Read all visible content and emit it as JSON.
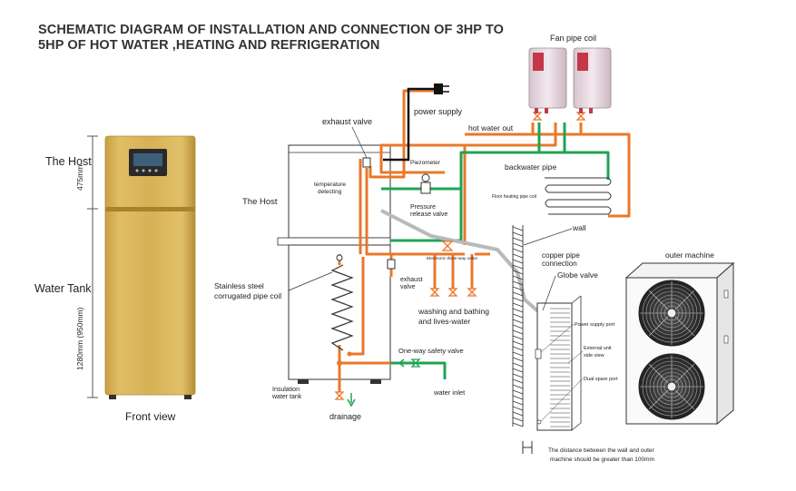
{
  "title": {
    "line1": "SCHEMATIC DIAGRAM OF INSTALLATION AND CONNECTION OF 3HP TO",
    "line2": "5HP OF HOT WATER ,HEATING AND REFRIGERATION"
  },
  "front_view": {
    "host_label": "The Host",
    "host_dim": "475mm",
    "tank_label": "Water Tank",
    "tank_dim": "1280mm (950mm)",
    "caption": "Front view",
    "body_color": "#d8b255",
    "body_shade": "#c29a3c"
  },
  "system": {
    "exhaust_valve": "exhaust valve",
    "power_supply": "power supply",
    "piezometer": "Piezometer",
    "temperature_detecting": [
      "temperature",
      "detecting"
    ],
    "the_host": "The Host",
    "pressure_release_valve": [
      "Pressure",
      "release valve"
    ],
    "electronic_three_way_valve": "Electronic three-way valve",
    "stainless_coil": [
      "Stainless steel",
      "corrugated pipe coil"
    ],
    "exhaust_valve_2": [
      "exhaust",
      "valve"
    ],
    "washing": [
      "washing and bathing",
      "and lives-water"
    ],
    "one_way_safety_valve": "One-way safety valve",
    "water_inlet": "water inlet",
    "insulation_tank": [
      "Insulation",
      "water tank"
    ],
    "drainage": "drainage",
    "fan_pipe_coil": "Fan pipe coil",
    "hot_water_out": "hot water out",
    "backwater_pipe": "backwater pipe",
    "floor_heating": "Floor heating pipe coil",
    "wall": "wall",
    "copper_pipe": [
      "copper pipe",
      "connection"
    ],
    "globe_valve": "Globe valve",
    "outer_machine": "outer machine",
    "power_supply_port": "Power supply port",
    "external_side_view": [
      "External unit",
      "side view"
    ],
    "dual_spare_port": "Dual spare port",
    "distance_note": [
      "The distance between the wall and outer",
      "machine should be greater than 100mm"
    ]
  },
  "colors": {
    "hot_pipe": "#e8782a",
    "cold_pipe": "#21a354",
    "copper_pipe": "#b9b9b9",
    "line": "#333333"
  }
}
